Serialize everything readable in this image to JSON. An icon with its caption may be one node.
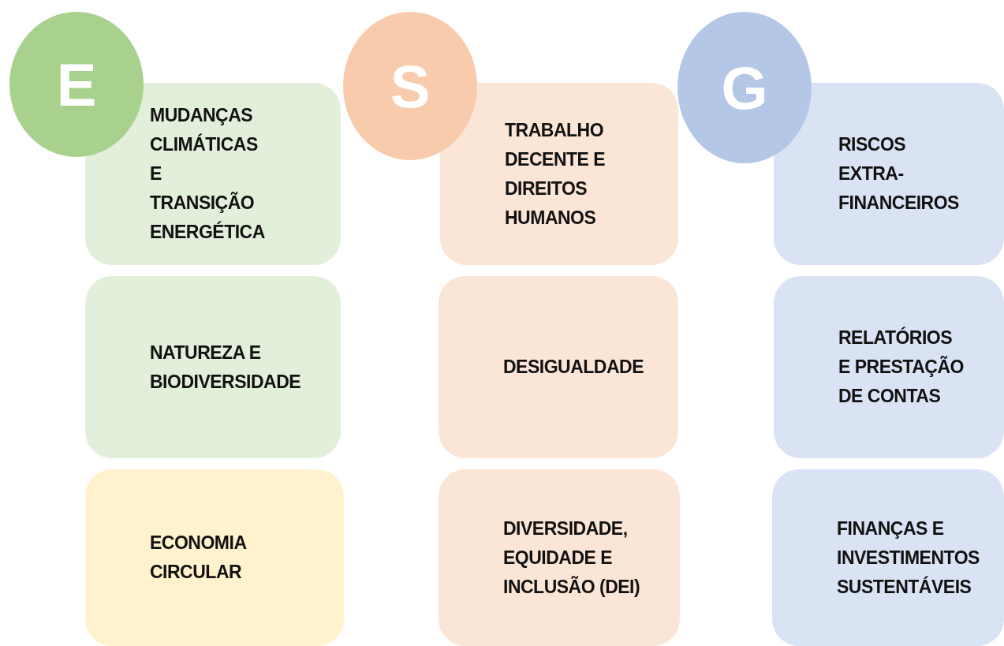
{
  "diagram": {
    "nodes": [
      {
        "text": [
          "E"
        ]
      },
      {
        "text": [
          "MUDANÇAS CLIMÁTICAS E TRANSIÇÃO ENERGÉTICA"
        ]
      },
      {
        "text": [
          "NATUREZA E BIODIVERSIDADE"
        ]
      },
      {
        "text": [
          "ECONOMIA CIRCULAR"
        ]
      },
      {
        "text": [
          "S"
        ]
      },
      {
        "text": [
          "TRABALHO DECENTE E DIREITOS HUMANOS"
        ]
      },
      {
        "text": [
          "DESIGUALDADE"
        ]
      },
      {
        "text": [
          "DIVERSIDADE, EQUIDADE E INCLUSÃO (DEI)"
        ]
      },
      {
        "text": [
          "G"
        ]
      },
      {
        "text": [
          "RISCOS EXTRA-FINANCEIROS"
        ]
      },
      {
        "text": [
          "RELATÓRIOS E PRESTAÇÃO DE CONTAS"
        ]
      },
      {
        "text": [
          "FINANÇAS E INVESTIMENTOS SUSTENTÁVEIS"
        ]
      }
    ],
    "edges": []
  }
}
